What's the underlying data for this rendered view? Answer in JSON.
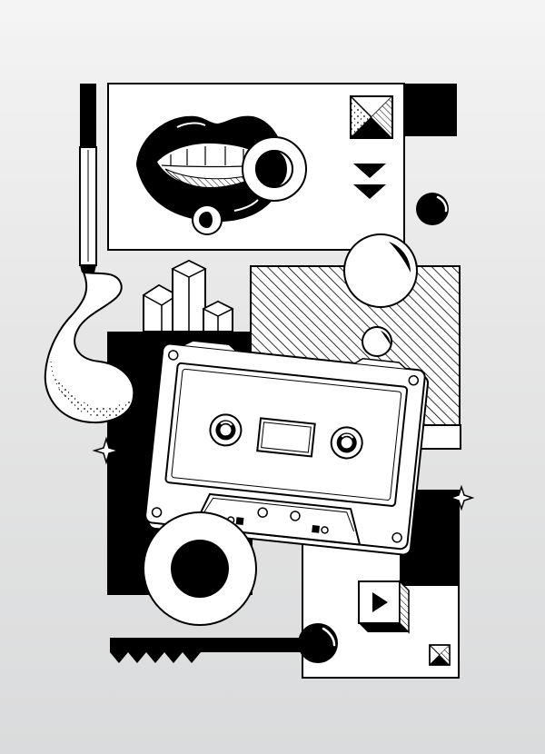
{
  "artwork": {
    "style": "black-and-white line illustration",
    "colors": {
      "ink": "#000000",
      "paper": "#ffffff",
      "background_top": "#f4f4f4",
      "background_bottom": "#dadbdc"
    },
    "subjects": [
      "cassette-tape",
      "lips",
      "cigarette",
      "smoke-swirl",
      "bar-chart-blocks",
      "spheres",
      "rings",
      "sparkles",
      "play-button-cube",
      "zigzag-bar"
    ]
  }
}
